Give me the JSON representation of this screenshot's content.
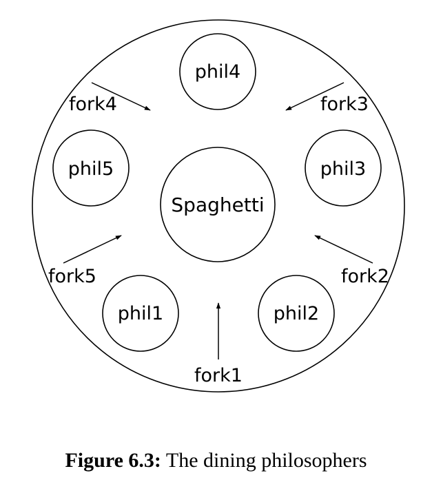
{
  "diagram": {
    "center": {
      "label": "Spaghetti"
    },
    "philosophers": [
      {
        "id": "phil1",
        "label": "phil1"
      },
      {
        "id": "phil2",
        "label": "phil2"
      },
      {
        "id": "phil3",
        "label": "phil3"
      },
      {
        "id": "phil4",
        "label": "phil4"
      },
      {
        "id": "phil5",
        "label": "phil5"
      }
    ],
    "forks": [
      {
        "id": "fork1",
        "label": "fork1"
      },
      {
        "id": "fork2",
        "label": "fork2"
      },
      {
        "id": "fork3",
        "label": "fork3"
      },
      {
        "id": "fork4",
        "label": "fork4"
      },
      {
        "id": "fork5",
        "label": "fork5"
      }
    ]
  },
  "caption": {
    "label": "Figure 6.3:",
    "text": " The dining philosophers"
  }
}
